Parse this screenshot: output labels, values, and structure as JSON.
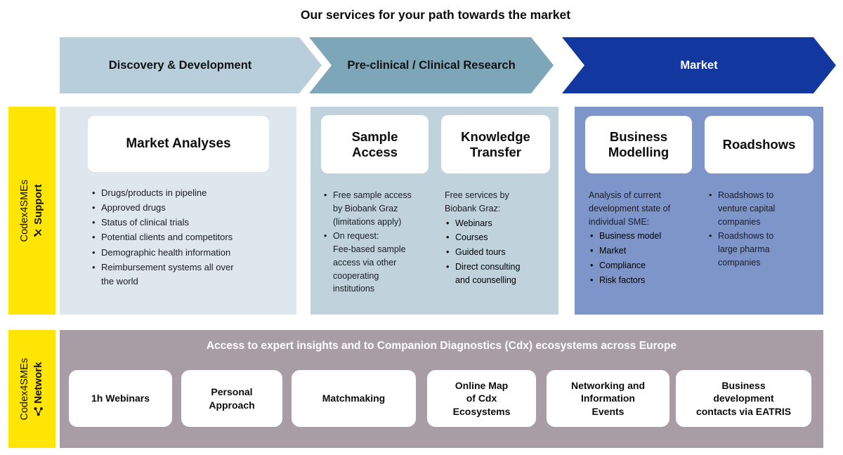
{
  "title": "Our services for your path towards the market",
  "colors": {
    "yellow_sidebar": "#FFE503",
    "arrow_discovery": "#B8CEDB",
    "arrow_preclinical": "#7EA6B9",
    "arrow_market": "#1238A0",
    "panel_discovery": "#DEE7ED",
    "panel_preclinical": "#C0D3DD",
    "panel_market": "#7D95C8",
    "panel_network": "#A89DA5",
    "card_bg": "#FFFFFF"
  },
  "phases": [
    {
      "label": "Discovery & Development"
    },
    {
      "label": "Pre-clinical / Clinical Research"
    },
    {
      "label": "Market"
    }
  ],
  "support": {
    "sidebar": {
      "org": "Codex4SMEs",
      "label": "Support",
      "icon": "hammer-wrench-icon"
    },
    "columns": [
      {
        "cards": [
          {
            "title": "Market Analyses"
          }
        ],
        "lists": [
          {
            "bullets": [
              "Drugs/products in pipeline",
              "Approved drugs",
              "Status of clinical trials",
              "Potential clients and competitors",
              "Demographic health information",
              "Reimbursement systems all over the world"
            ]
          }
        ]
      },
      {
        "cards": [
          {
            "title": "Sample\nAccess"
          },
          {
            "title": "Knowledge\nTransfer"
          }
        ],
        "lists": [
          {
            "bullets": [
              "Free sample access by Biobank Graz (limitations apply)",
              "On request:\nFee-based sample access via other cooperating institutions"
            ]
          },
          {
            "intro": "Free services by Biobank Graz:",
            "bullets": [
              "Webinars",
              "Courses",
              "Guided tours",
              "Direct consulting and counselling"
            ]
          }
        ]
      },
      {
        "cards": [
          {
            "title": "Business\nModelling"
          },
          {
            "title": "Roadshows"
          }
        ],
        "lists": [
          {
            "intro": "Analysis of current development state of individual SME:",
            "bullets": [
              "Business model",
              "Market",
              "Compliance",
              "Risk factors"
            ]
          },
          {
            "bullets": [
              "Roadshows to venture capital companies",
              "Roadshows to large pharma companies"
            ]
          }
        ]
      }
    ]
  },
  "network": {
    "sidebar": {
      "org": "Codex4SMEs",
      "label": "Network",
      "icon": "share-network-icon"
    },
    "header": "Access to expert insights and to Companion Diagnostics (Cdx) ecosystems across Europe",
    "cards": [
      "1h Webinars",
      "Personal\nApproach",
      "Matchmaking",
      "Online Map\nof Cdx\nEcosystems",
      "Networking and\nInformation\nEvents",
      "Business\ndevelopment\ncontacts via EATRIS"
    ]
  }
}
